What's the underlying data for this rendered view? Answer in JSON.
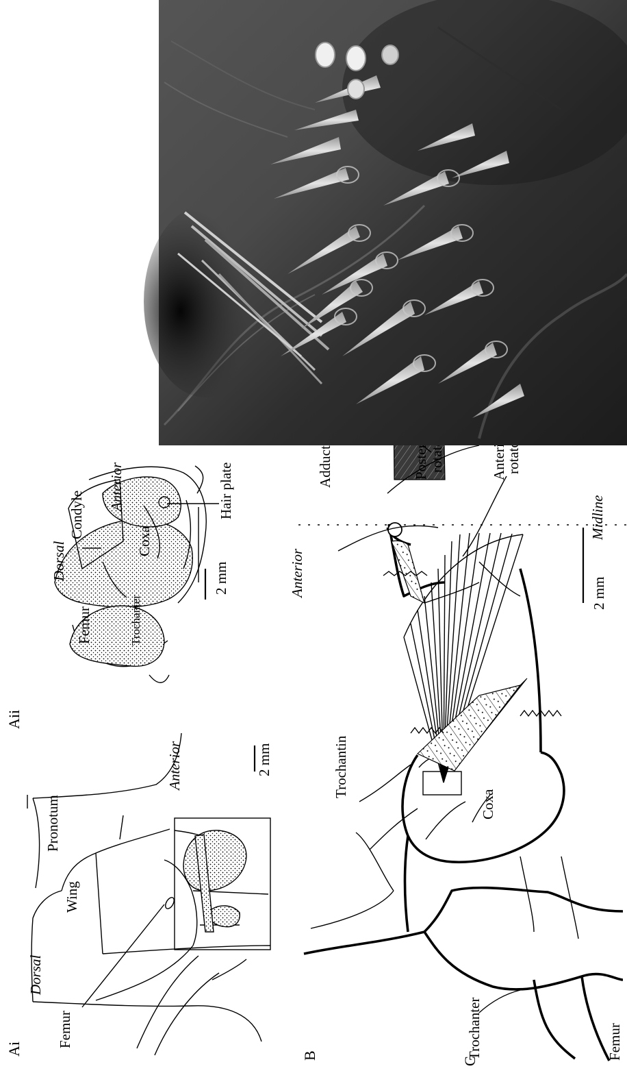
{
  "panels": {
    "ai": {
      "panel_label": "Ai",
      "labels": {
        "dorsal": "Dorsal",
        "wing": "Wing",
        "pronotum": "Pronotum",
        "anterior": "Anterior",
        "femur": "Femur"
      },
      "scale_bar": "2 mm"
    },
    "aii": {
      "panel_label": "Aii",
      "labels": {
        "dorsal": "Dorsal",
        "anterior": "Anterior",
        "condyle": "Condyle",
        "coxa": "Coxa",
        "femur": "Femur",
        "trochanter": "Trochanter",
        "hair_plate": "Hair plate"
      },
      "scale_bar": "2 mm"
    },
    "b": {
      "panel_label": "B",
      "labels": {
        "anterior": "Anterior",
        "trochantin": "Trochantin",
        "coxa": "Coxa",
        "trochanter": "Trochanter",
        "femur": "Femur",
        "adductor": "Adductor",
        "posterior_rotator_1": "Posterior",
        "posterior_rotator_2": "rotator",
        "anterior_rotator_1": "Anterior",
        "anterior_rotator_2": "rotator",
        "midline": "Midline"
      },
      "scale_bar": "2 mm"
    },
    "c": {
      "panel_label": "C"
    }
  }
}
